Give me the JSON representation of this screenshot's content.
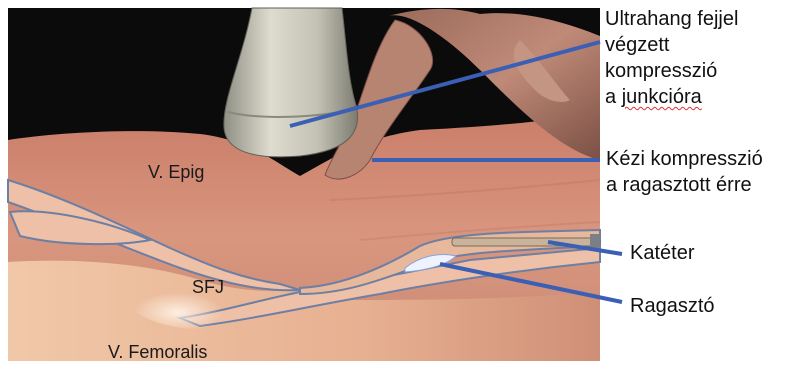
{
  "labels": {
    "ultrasound_line1": "Ultrahang fejjel",
    "ultrasound_line2": "végzett",
    "ultrasound_line3": "kompresszió",
    "ultrasound_line4_prefix": "a ",
    "ultrasound_line4_word": "junkcióra",
    "manual_line1": "Kézi kompresszió",
    "manual_line2": "a ragasztott érre",
    "catheter": "Katéter",
    "glue": "Ragasztó",
    "v_epig": "V. Epig",
    "sfj": "SFJ",
    "v_femoralis": "V. Femoralis"
  },
  "colors": {
    "arrow": "#3a5fb5",
    "background_dark": "#0b0b0b",
    "tissue": "#d7917a",
    "vessel": "#efc0a8"
  }
}
